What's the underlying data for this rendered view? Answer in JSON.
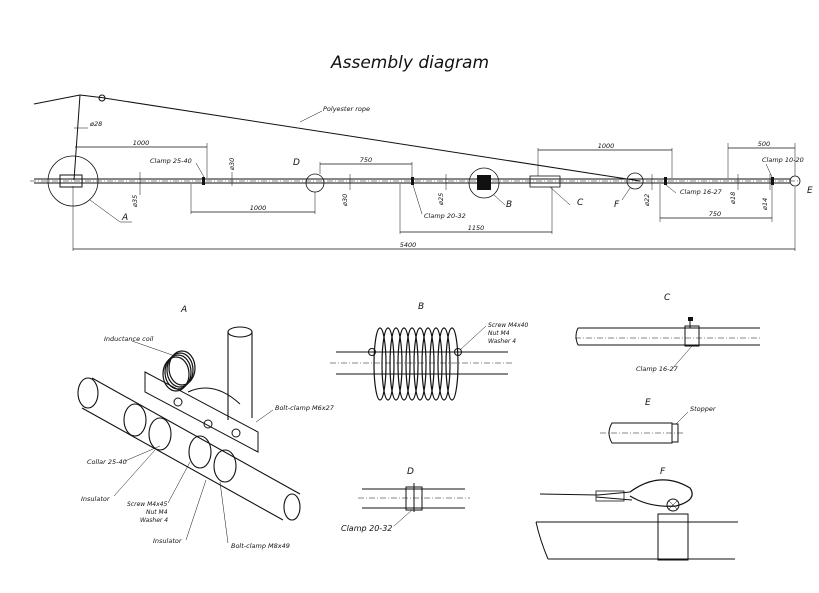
{
  "title": "Assembly diagram",
  "main_view": {
    "rope_label": "Polyester rope",
    "dims": {
      "total": "5400",
      "d1000_top_left": "1000",
      "d1000_bottom_left": "1000",
      "d750_mid": "750",
      "d1150": "1150",
      "d1000_top_right": "1000",
      "d500": "500",
      "d750_right": "750"
    },
    "diameters": {
      "d28": "ø28",
      "d35": "ø35",
      "d30a": "ø30",
      "d30b": "ø30",
      "d25": "ø25",
      "d22": "ø22",
      "d18": "ø18",
      "d14": "ø14"
    },
    "clamps": {
      "c25_40": "Clamp 25-40",
      "c20_32": "Clamp 20-32",
      "c16_27": "Clamp 16-27",
      "c10_20": "Clamp 10-20"
    },
    "callouts": {
      "A": "A",
      "B": "B",
      "C": "C",
      "D": "D",
      "E": "E",
      "F": "F"
    }
  },
  "detail_A": {
    "heading": "A",
    "labels": {
      "inductance_coil": "Inductance coil",
      "bolt_clamp_top": "Bolt-clamp M6x27",
      "collar": "Collar 25-40",
      "insulator_1": "Insulator",
      "screw": "Screw M4x45",
      "nut": "Nut M4",
      "washer": "Washer 4",
      "insulator_2": "Insulator",
      "bolt_clamp_bottom": "Bolt-clamp M8x49"
    }
  },
  "detail_B": {
    "heading": "B",
    "labels": {
      "screw": "Screw M4x40",
      "nut": "Nut M4",
      "washer": "Washer 4"
    }
  },
  "detail_C": {
    "heading": "C",
    "labels": {
      "clamp": "Clamp 16-27"
    }
  },
  "detail_D": {
    "heading": "D",
    "labels": {
      "clamp": "Clamp 20-32"
    }
  },
  "detail_E": {
    "heading": "E",
    "labels": {
      "stopper": "Stopper"
    }
  },
  "detail_F": {
    "heading": "F"
  }
}
